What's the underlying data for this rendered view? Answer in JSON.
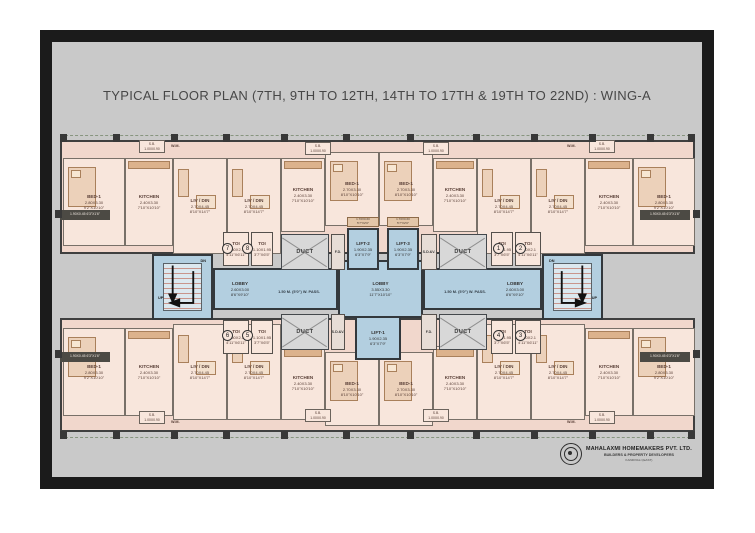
{
  "title": "TYPICAL FLOOR PLAN (7TH, 9TH TO 12TH, 14TH TO 17TH & 19TH TO 22ND) : WING-A",
  "flat_numbers": [
    "1",
    "2",
    "3",
    "4",
    "5",
    "6",
    "7",
    "8"
  ],
  "core": {
    "duct": "DUCT",
    "fd": "F.D.",
    "sdv": "S.D.&V.",
    "up": "UP",
    "dn": "DN",
    "passage": "1.50 M. (5'0\") W. PASS.",
    "lobby_main": {
      "name": "LOBBY",
      "m": "3.55X3.30",
      "ft": "11'7\"X10'10\""
    },
    "lobby_side": {
      "name": "LOBBY",
      "m": "2.60X3.00",
      "ft": "8'6\"X9'10\""
    },
    "lift1": {
      "name": "LIFT-1",
      "m": "1.90X2.35",
      "ft": "6'3\"X7'9\""
    },
    "lift2": {
      "name": "LIFT-2",
      "m": "1.90X2.35",
      "ft": "6'3\"X7'9\""
    },
    "lift3": {
      "name": "LIFT-3",
      "m": "1.90X2.35",
      "ft": "6'3\"X7'9\""
    }
  },
  "rooms": {
    "bed_outer": {
      "name": "BED-1",
      "m": "2.80X3.30",
      "ft": "9'2\"X10'10\""
    },
    "bed_inner": {
      "name": "BED-1",
      "m": "2.70X3.30",
      "ft": "8'10\"X10'10\""
    },
    "kitchen": {
      "name": "KITCHEN",
      "m": "2.40X3.30",
      "ft": "7'10\"X10'10\""
    },
    "livdin": {
      "name": "LIV / DIN",
      "m": "2.70X4.45",
      "ft": "8'10\"X14'7\""
    },
    "toi": {
      "name": "TOI",
      "m": "1.50X2.1",
      "ft": "4'11\"X6'11\""
    },
    "toi_small": {
      "name": "TOI",
      "m": "1.10X1.95",
      "ft": "3'7\"X6'5\""
    },
    "sb": {
      "name": "S.B.",
      "m": "1.00X0.90",
      "ft": "3'3\"X3'0\""
    },
    "wm": "W.M.",
    "balcony": {
      "m": "1.90X0.45",
      "ft": "6'3\"X1'6\""
    },
    "wardrobe": {
      "m": "1.70X0.60",
      "ft": "5'7\"X2'0\""
    }
  },
  "logo": {
    "company": "MAHALAXMI HOMEMAKERS PVT. LTD.",
    "tagline": "BUILDERS & PROPERTY DEVELOPERS",
    "location": "KANDIVALI (EAST)"
  },
  "colors": {
    "frame": "#1b1b1b",
    "paper": "#c9c9c9",
    "apartment": "#f1d7cc",
    "room": "#f8e6dc",
    "circulation": "#b3cfe0",
    "duct": "#d8d8d8",
    "wall": "#3f3f3f"
  }
}
